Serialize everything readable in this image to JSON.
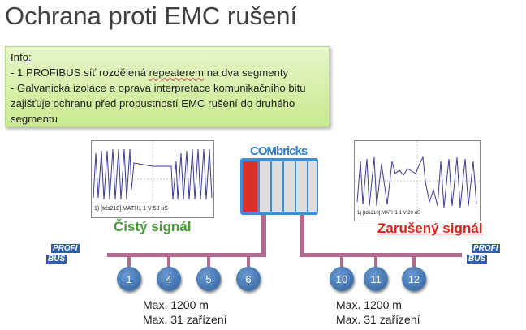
{
  "title": "Ochrana proti EMC rušení",
  "info": {
    "heading": "Info:",
    "line1a": "- 1 PROFIBUS síť rozdělená ",
    "line1b": "repeaterem",
    "line1c": " na dva segmenty",
    "line2": "- Galvanická izolace a oprava interpretace komunikačního bitu zajišťuje ochranu před propustností EMC rušení do druhého segmentu"
  },
  "scope_left": {
    "caption": "1) [tds210].MATH1  1 V   50 uS",
    "label": "Čistý signál"
  },
  "scope_right": {
    "caption": "1) [tds210].MATH1 1 V  20 uS",
    "label": "Zarušený signál"
  },
  "device": {
    "brand": "COMbricks"
  },
  "profibus": {
    "top": "PROFI",
    "bottom": "BUS"
  },
  "segment_left": {
    "nodes": [
      "1",
      "4",
      "5",
      "6"
    ],
    "length": "Max. 1200 m",
    "devices": "Max. 31 zařízení"
  },
  "segment_right": {
    "nodes": [
      "10",
      "11",
      "12"
    ],
    "length": "Max. 1200 m",
    "devices": "Max. 31 zařízení"
  },
  "colors": {
    "clean": "#4a9a3a",
    "noisy": "#e0201a",
    "bus": "#b06a8e",
    "node": "#3a6bab"
  }
}
